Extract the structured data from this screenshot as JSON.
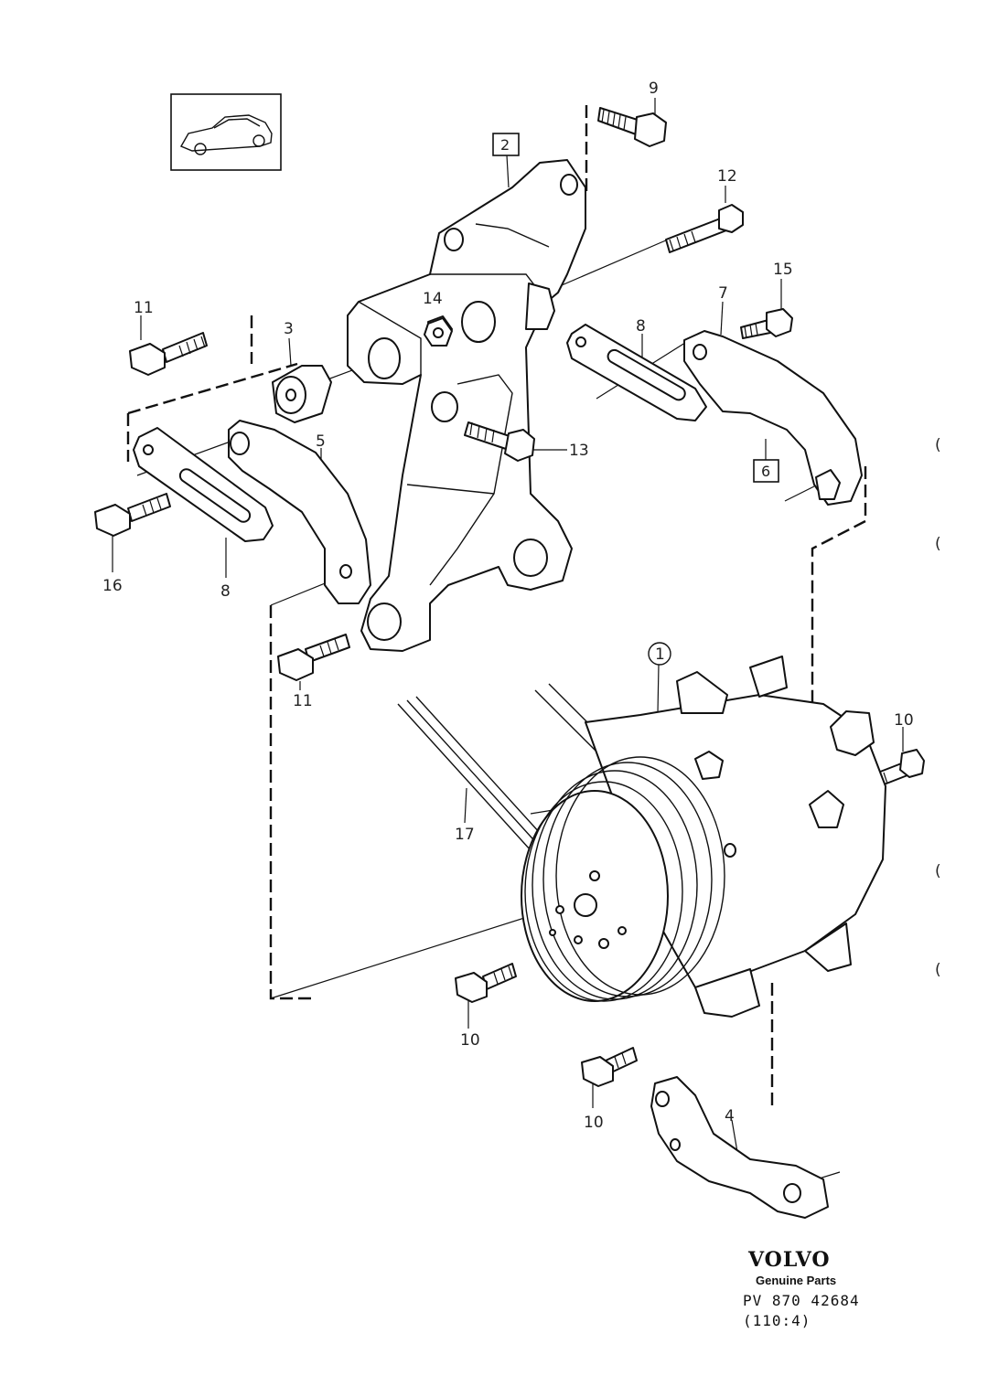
{
  "diagram": {
    "callouts": [
      {
        "id": "c9",
        "text": "9"
      },
      {
        "id": "c2",
        "text": "2"
      },
      {
        "id": "c12",
        "text": "12"
      },
      {
        "id": "c15",
        "text": "15"
      },
      {
        "id": "c11a",
        "text": "11"
      },
      {
        "id": "c14",
        "text": "14"
      },
      {
        "id": "c3",
        "text": "3"
      },
      {
        "id": "c7",
        "text": "7"
      },
      {
        "id": "c8a",
        "text": "8"
      },
      {
        "id": "c5",
        "text": "5"
      },
      {
        "id": "c13",
        "text": "13"
      },
      {
        "id": "c6",
        "text": "6"
      },
      {
        "id": "c16",
        "text": "16"
      },
      {
        "id": "c8b",
        "text": "8"
      },
      {
        "id": "c11b",
        "text": "11"
      },
      {
        "id": "c1",
        "text": "1"
      },
      {
        "id": "c10a",
        "text": "10"
      },
      {
        "id": "c17",
        "text": "17"
      },
      {
        "id": "c10b",
        "text": "10"
      },
      {
        "id": "c10c",
        "text": "10"
      },
      {
        "id": "c4",
        "text": "4"
      }
    ],
    "footer": {
      "brand": "VOLVO",
      "subtitle": "Genuine Parts",
      "part_number": "PV 870 42684",
      "ref": "(110:4)"
    },
    "margin_marks": [
      "(",
      "(",
      "(",
      "("
    ]
  }
}
